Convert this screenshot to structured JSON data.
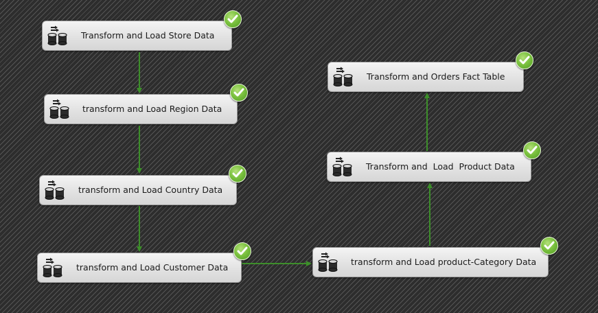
{
  "tasks": [
    {
      "id": "store",
      "label": "Transform and Load Store Data",
      "status": "success"
    },
    {
      "id": "region",
      "label": "transform and Load Region Data",
      "status": "success"
    },
    {
      "id": "country",
      "label": "transform and Load Country Data",
      "status": "success"
    },
    {
      "id": "customer",
      "label": "transform and Load Customer Data",
      "status": "success"
    },
    {
      "id": "category",
      "label": "transform and Load product-Category Data",
      "status": "success"
    },
    {
      "id": "product",
      "label": "Transform and  Load  Product Data",
      "status": "success"
    },
    {
      "id": "orders",
      "label": "Transform and Orders Fact Table",
      "status": "success"
    }
  ],
  "icons": {
    "task": "data-flow-task-icon",
    "status": "success-check-icon"
  },
  "colors": {
    "connector": "#3d8f2a",
    "success": "#7cc240",
    "task_fill": "#e6e6e6",
    "background": "#2a2a2a"
  }
}
